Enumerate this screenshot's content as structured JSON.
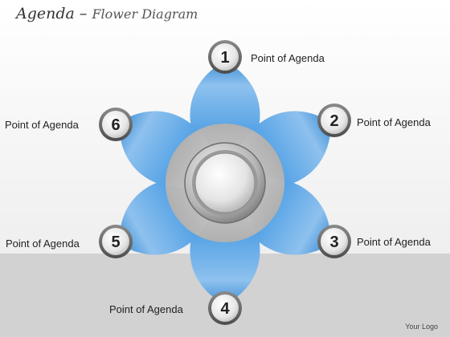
{
  "title": {
    "main": "Agenda",
    "dash": " – ",
    "sub": "Flower Diagram"
  },
  "footer": {
    "logo": "Your Logo"
  },
  "colors": {
    "petal": "#3d8fd6",
    "petal_light": "#9fcaf0",
    "petal_center": "#a8a8a8",
    "badge_text": "#222222"
  },
  "points": [
    {
      "number": "1",
      "label": "Point of Agenda"
    },
    {
      "number": "2",
      "label": "Point of Agenda"
    },
    {
      "number": "3",
      "label": "Point of Agenda"
    },
    {
      "number": "4",
      "label": "Point of Agenda"
    },
    {
      "number": "5",
      "label": "Point of Agenda"
    },
    {
      "number": "6",
      "label": "Point of Agenda"
    }
  ]
}
